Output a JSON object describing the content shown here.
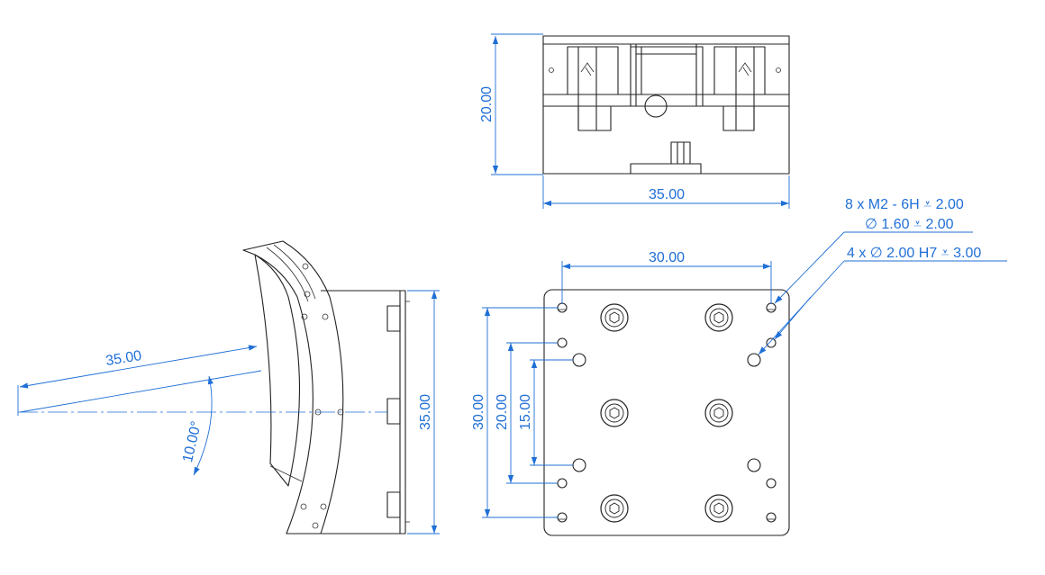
{
  "top_view": {
    "height_label": "20.00",
    "width_label": "35.00"
  },
  "side_view": {
    "radius_label": "35.00",
    "angle_label": "10.00°",
    "height_label": "35.00"
  },
  "bottom_view": {
    "width_label": "30.00",
    "height_outer_label": "30.00",
    "height_mid_label": "20.00",
    "height_inner_label": "15.00"
  },
  "callouts": {
    "thread_line1": "8 x  M2 - 6H ⩡ 2.00",
    "thread_line2": "∅ 1.60 ⩡ 2.00",
    "pin_line": "4 x ∅ 2.00 H7 ⩡ 3.00"
  },
  "colors": {
    "dimension": "#1f6fd6",
    "outline": "#222222"
  }
}
